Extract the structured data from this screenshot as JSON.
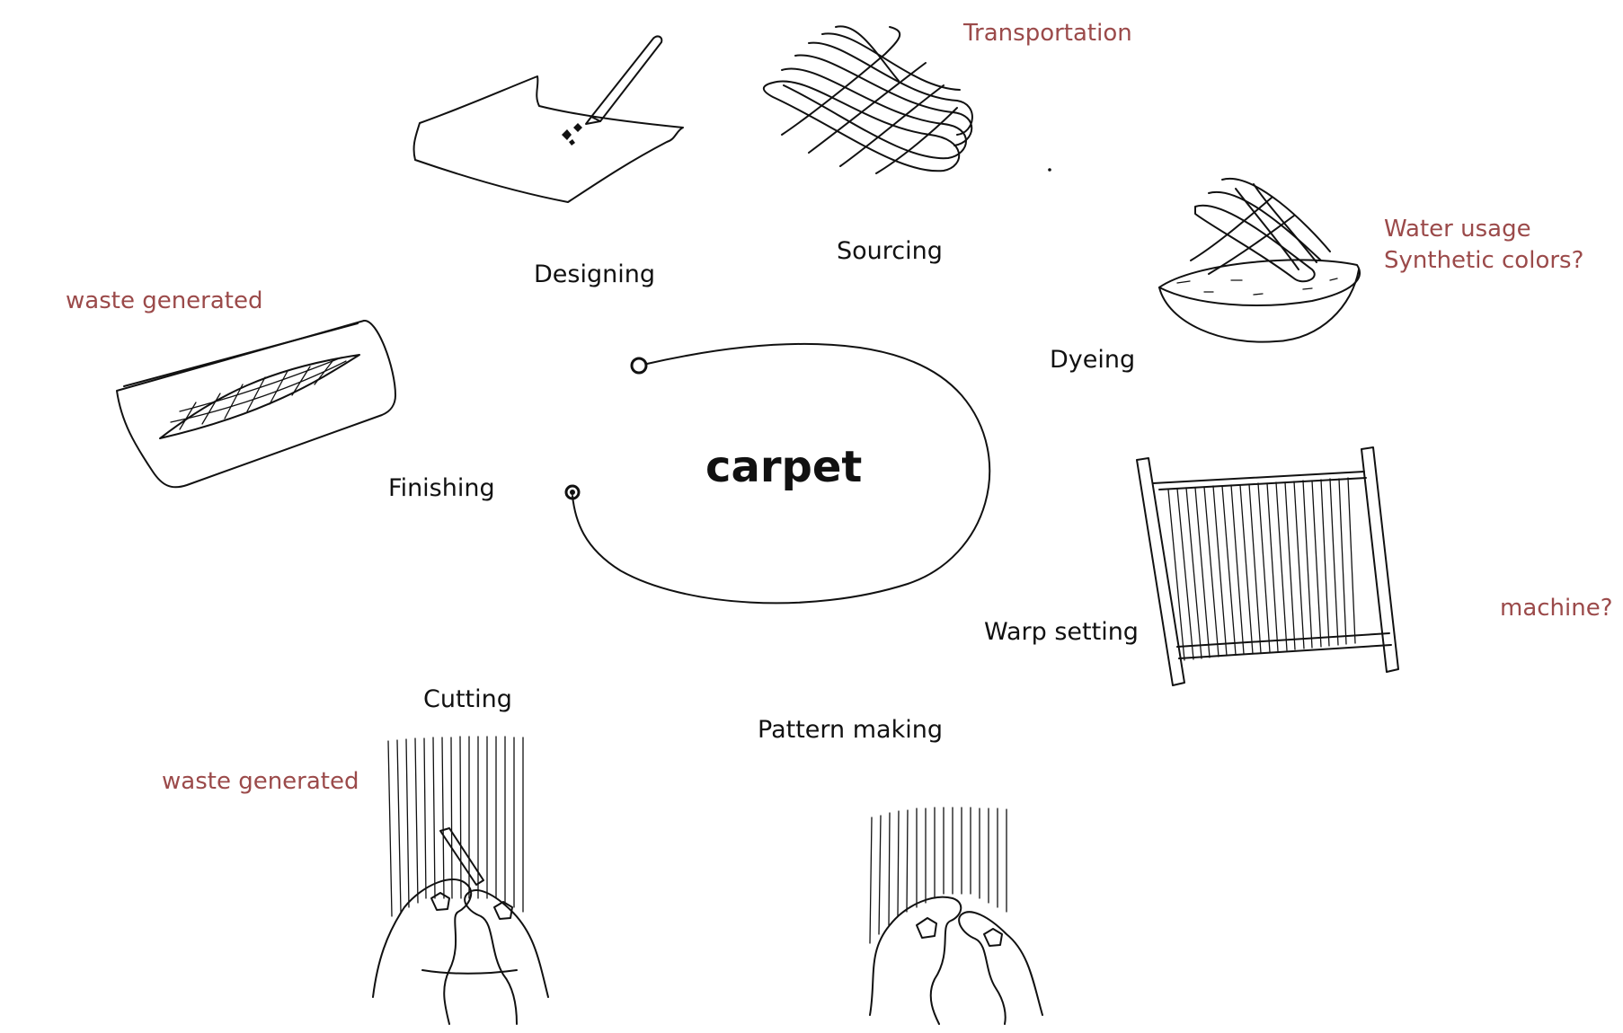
{
  "center_label": "carpet",
  "steps": {
    "designing": "Designing",
    "sourcing": "Sourcing",
    "dyeing": "Dyeing",
    "warp_setting": "Warp setting",
    "pattern_making": "Pattern making",
    "cutting": "Cutting",
    "finishing": "Finishing"
  },
  "notes": {
    "transportation": "Transportation",
    "water_usage": "Water usage",
    "synthetic_colors": "Synthetic colors?",
    "machine": "machine?",
    "waste_cutting": "waste generated",
    "waste_finishing": "waste generated"
  },
  "colors": {
    "note_text": "#9b4a4a",
    "ink": "#111111",
    "background": "#ffffff"
  },
  "icons": [
    "paper-pen-icon",
    "yarn-hank-icon",
    "dye-bowl-icon",
    "loom-icon",
    "hands-knotting-icon",
    "hands-cutting-icon",
    "finished-rug-icon"
  ]
}
